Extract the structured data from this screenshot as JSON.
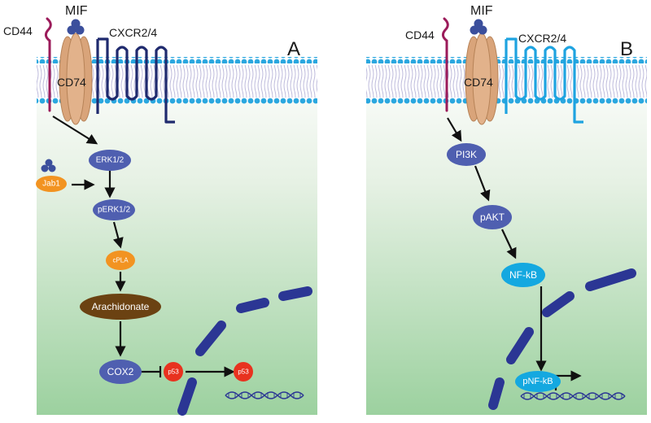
{
  "panels": [
    {
      "letter": "A",
      "ligand": "MIF",
      "coreceptor": "CD44",
      "receptor_main": "CD74",
      "receptor_gpcr": "CXCR2/4",
      "nodes": {
        "jab1": "Jab1",
        "erk": "ERK1/2",
        "perk": "pERK1/2",
        "cpla": "cPLA",
        "arachidonate": "Arachidonate",
        "cox2": "COX2",
        "p53_a": "p53",
        "p53_b": "p53"
      }
    },
    {
      "letter": "B",
      "ligand": "MIF",
      "coreceptor": "CD44",
      "receptor_main": "CD74",
      "receptor_gpcr": "CXCR2/4",
      "nodes": {
        "pi3k": "PI3K",
        "pakt": "pAKT",
        "nfkb": "NF-kB",
        "pnfkb": "pNF-kB"
      }
    }
  ],
  "colors": {
    "node_blue": "#4f5fb0",
    "node_cyan": "#14a8e0",
    "node_orange": "#f29321",
    "node_brown": "#6b4212",
    "node_red": "#e8321f",
    "cd44": "#9b1b5a",
    "cd74": "#d9a47a",
    "mif": "#3b4f9c",
    "cxcr_a": "#1f2a6e",
    "cxcr_b": "#1ea3e0",
    "nucleus": "#2b3694",
    "lipid_head": "#2aa7df"
  }
}
